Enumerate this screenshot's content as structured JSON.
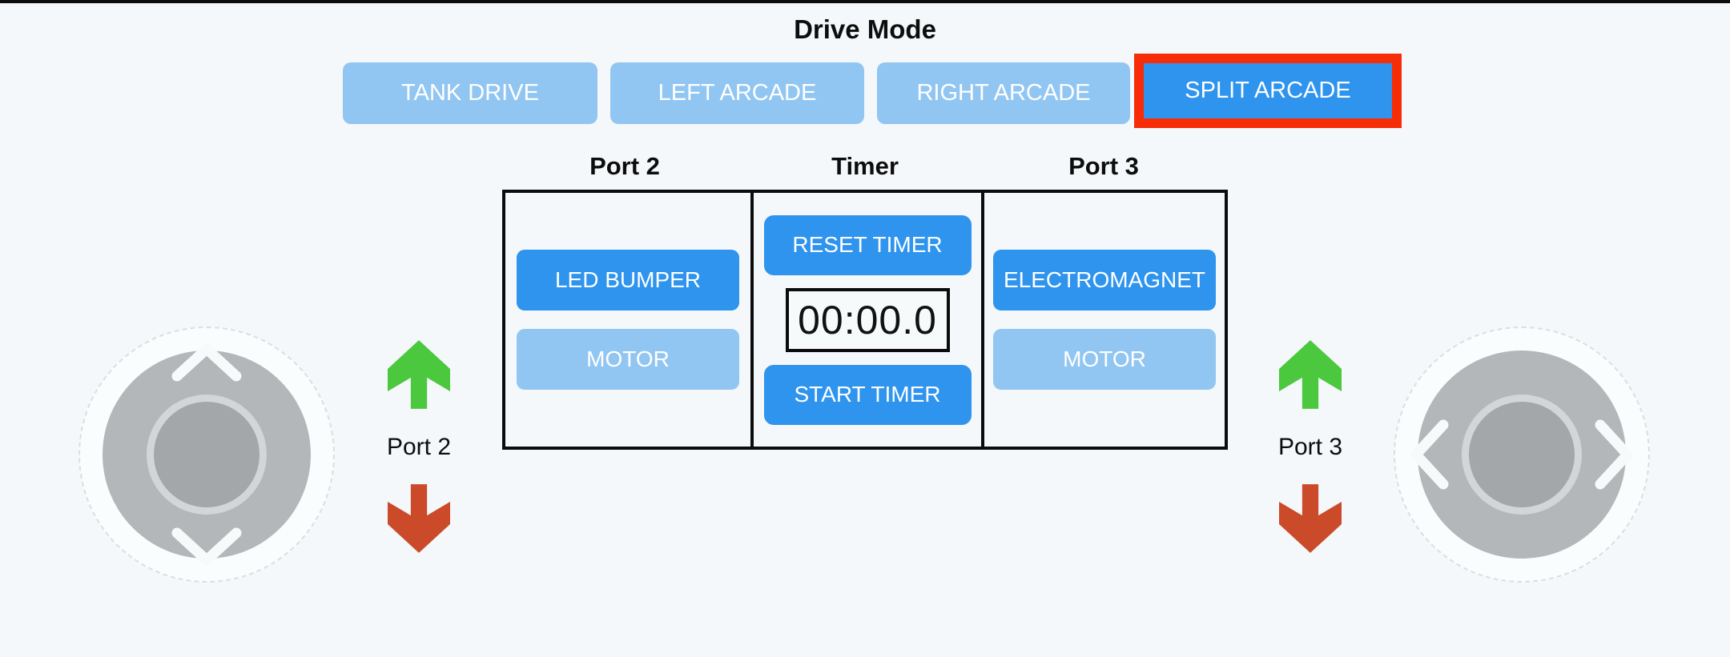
{
  "colors": {
    "background": "#f4f8fa",
    "accent_blue": "#2e94ee",
    "light_blue": "#92c6f2",
    "selection_border_red": "#f62d06",
    "arrow_green": "#4bc83d",
    "arrow_red": "#cb4a2a",
    "line_black": "#0c0c0c",
    "joystick_gray": "#b4b7b9",
    "joystick_knob_gray": "#a3a7a9"
  },
  "drive_mode": {
    "title": "Drive Mode",
    "buttons": [
      {
        "label": "TANK DRIVE",
        "selected": false
      },
      {
        "label": "LEFT ARCADE",
        "selected": false
      },
      {
        "label": "RIGHT ARCADE",
        "selected": false
      },
      {
        "label": "SPLIT ARCADE",
        "selected": true
      }
    ]
  },
  "panel": {
    "port2": {
      "header": "Port 2",
      "device_button": {
        "label": "LED BUMPER",
        "active": true
      },
      "motor_button": {
        "label": "MOTOR",
        "active": false
      }
    },
    "timer": {
      "header": "Timer",
      "reset_button": "RESET TIMER",
      "display": "00:00.0",
      "start_button": "START TIMER"
    },
    "port3": {
      "header": "Port 3",
      "device_button": {
        "label": "ELECTROMAGNET",
        "active": true
      },
      "motor_button": {
        "label": "MOTOR",
        "active": false
      }
    }
  },
  "indicators": {
    "left": {
      "label": "Port 2",
      "up_icon": "green-up-arrow",
      "down_icon": "red-down-arrow"
    },
    "right": {
      "label": "Port 3",
      "up_icon": "green-up-arrow",
      "down_icon": "red-down-arrow"
    }
  },
  "joysticks": {
    "left": {
      "axis": "vertical",
      "icons": [
        "chevron-up-icon",
        "chevron-down-icon"
      ]
    },
    "right": {
      "axis": "horizontal",
      "icons": [
        "chevron-left-icon",
        "chevron-right-icon"
      ]
    }
  }
}
